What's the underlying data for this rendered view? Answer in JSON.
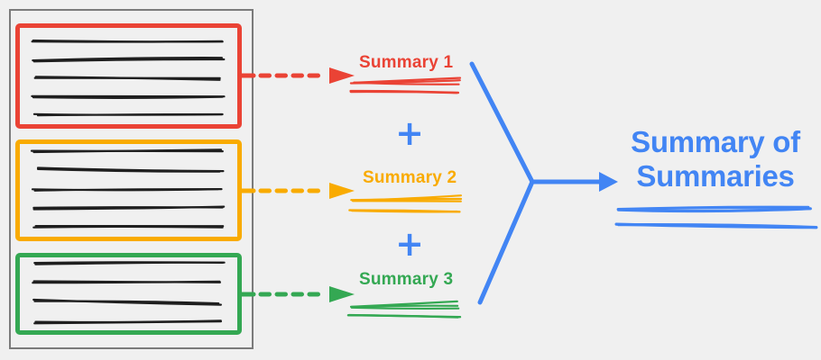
{
  "colors": {
    "background": "#F0F0F0",
    "document_border": "#7B7B7B",
    "text_scribble": "#1F1F1F",
    "blue": "#4285F4"
  },
  "document": {
    "sections": [
      {
        "lines": 5
      },
      {
        "lines": 5
      },
      {
        "lines": 4
      }
    ]
  },
  "summaries": [
    {
      "label": "Summary 1",
      "color": "#EA4335"
    },
    {
      "label": "Summary 2",
      "color": "#F9AB00"
    },
    {
      "label": "Summary 3",
      "color": "#34A853"
    }
  ],
  "operators": {
    "plus": "+"
  },
  "result": {
    "line1": "Summary of",
    "line2": "Summaries",
    "color": "#4285F4"
  }
}
